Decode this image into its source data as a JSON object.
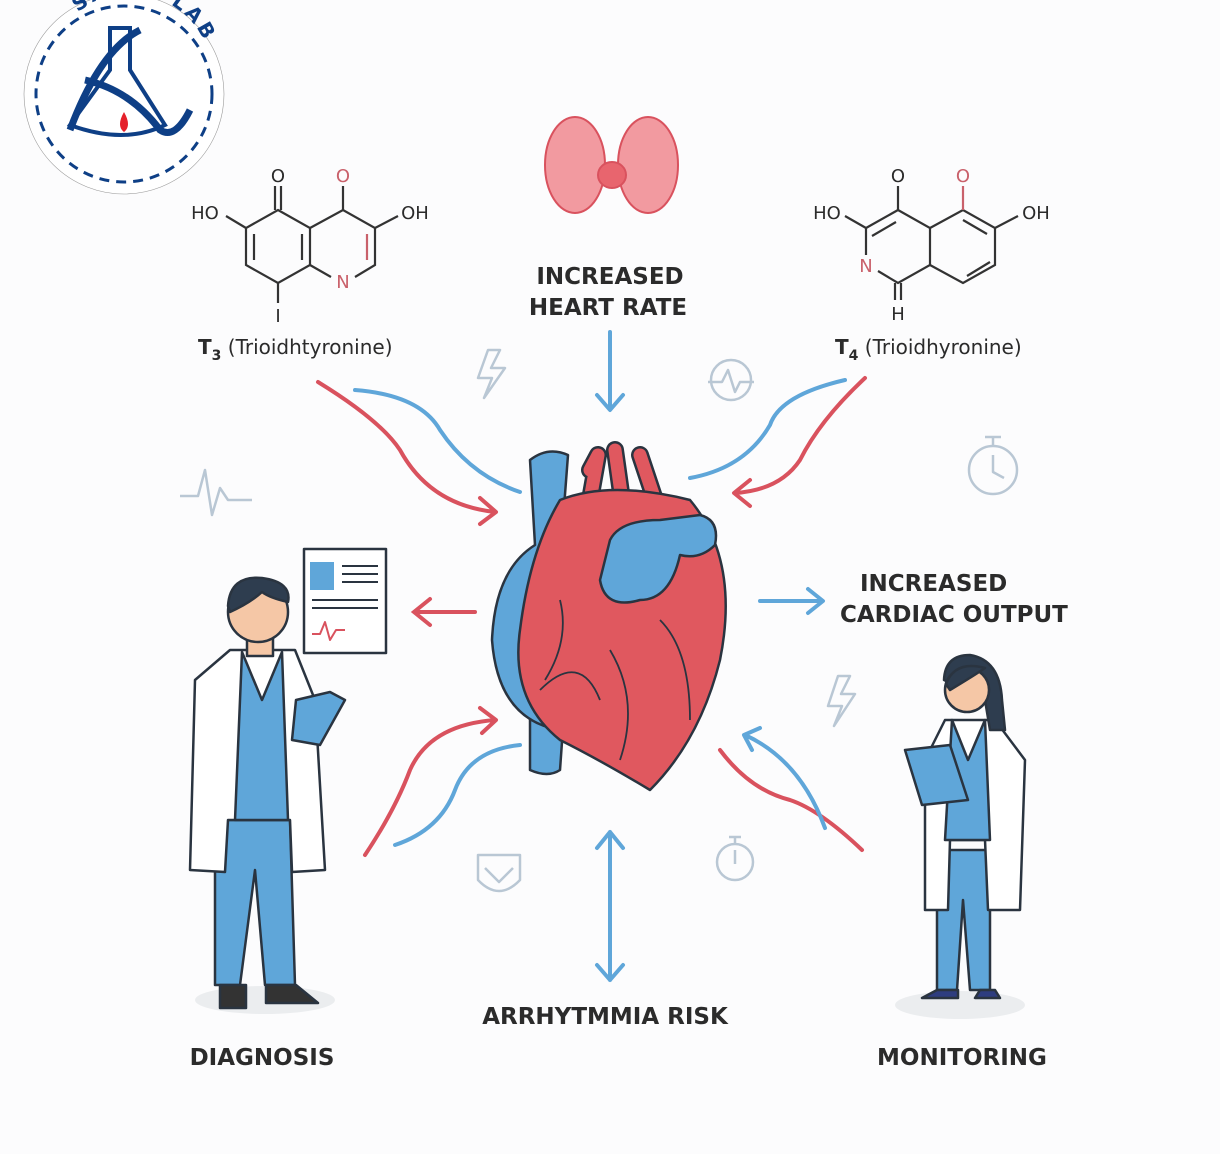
{
  "logo": {
    "text": "SAEED LAB"
  },
  "molecules": {
    "t3": {
      "name_sym": "T",
      "name_sub": "3",
      "name_rest": " (Trioidhtyronine)",
      "atoms": {
        "o1": "O",
        "o2": "O",
        "ho": "HO",
        "oh": "OH",
        "n": "N",
        "i": "I"
      }
    },
    "t4": {
      "name_sym": "T",
      "name_sub": "4",
      "name_rest": " (Trioidhyronine)",
      "atoms": {
        "o1": "O",
        "o2": "O",
        "ho": "HO",
        "oh": "OH",
        "n": "N",
        "h": "H"
      }
    }
  },
  "labels": {
    "heart_rate": [
      "INCREASED",
      "HEART RATE"
    ],
    "cardiac_output": [
      "INCREASED",
      "CARDIAC OUTPUT"
    ],
    "arrhythmia": "ARRHYTMMIA RISK",
    "diagnosis": "DIAGNOSIS",
    "monitoring": "MONITORING"
  },
  "colors": {
    "red": "#d9525e",
    "blue": "#5fa6d9",
    "navy": "#0e3f86",
    "text": "#2b2b2b"
  }
}
